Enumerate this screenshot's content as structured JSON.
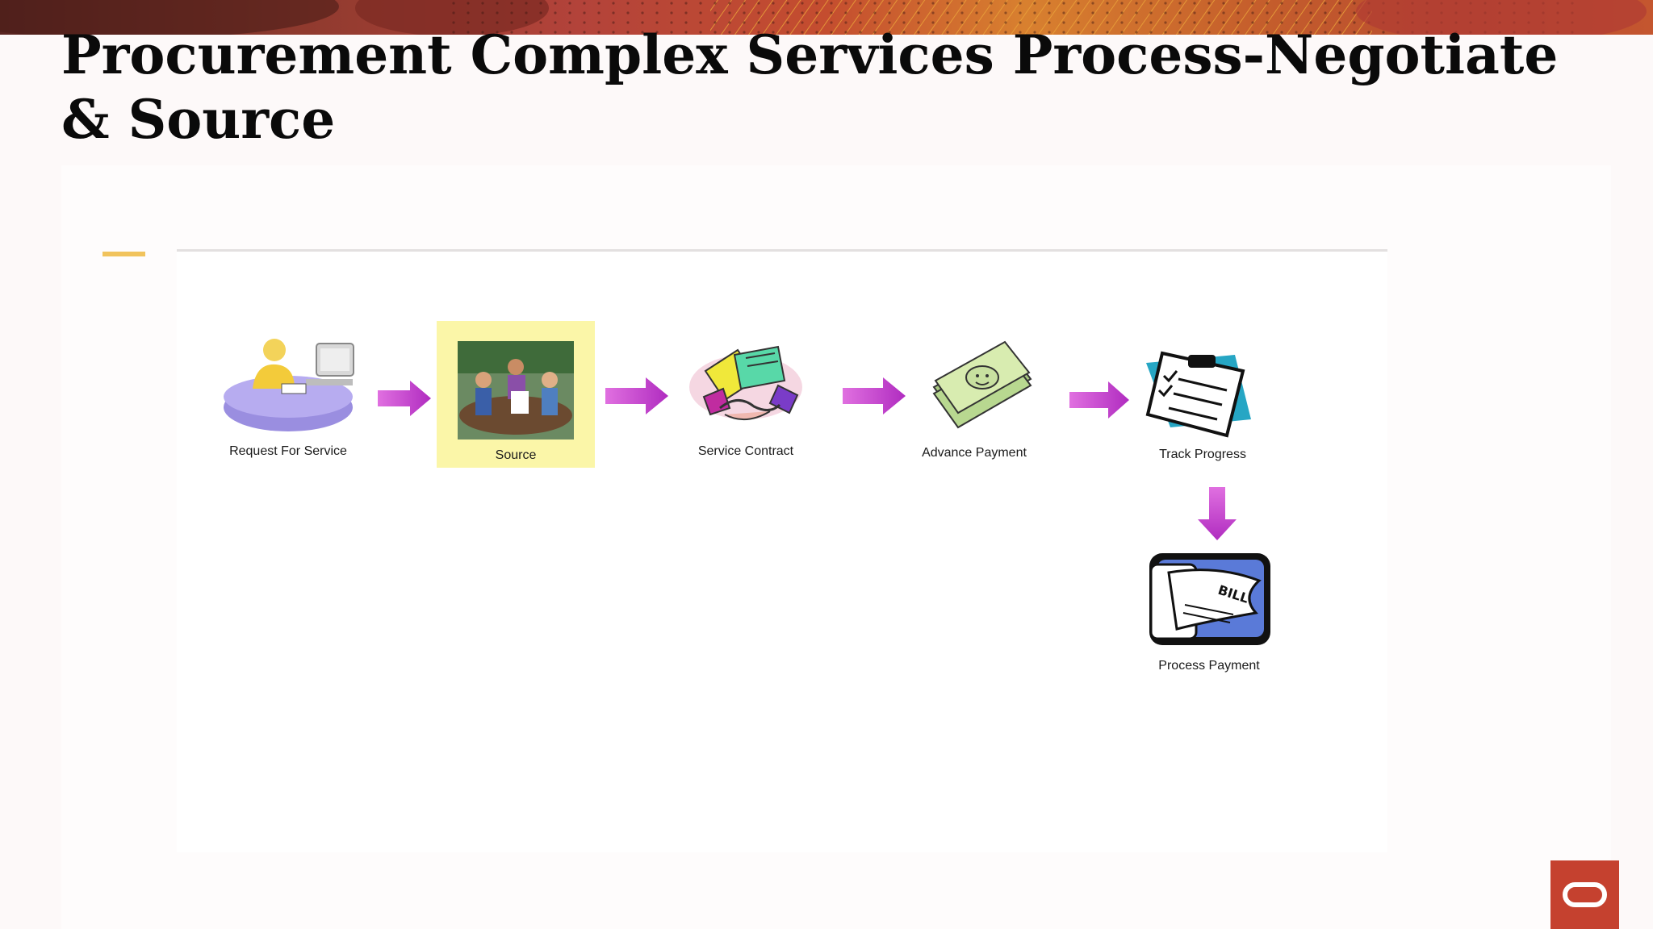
{
  "slide": {
    "title": "Procurement Complex Services Process-Negotiate & Source"
  },
  "process": {
    "steps": [
      {
        "label": "Request For Service",
        "icon": "user-computer-desk-icon",
        "highlighted": false
      },
      {
        "label": "Source",
        "icon": "meeting-people-icon",
        "highlighted": true
      },
      {
        "label": "Service Contract",
        "icon": "handshake-contract-icon",
        "highlighted": false
      },
      {
        "label": "Advance Payment",
        "icon": "money-stack-icon",
        "highlighted": false
      },
      {
        "label": "Track Progress",
        "icon": "clipboard-checklist-icon",
        "highlighted": false
      },
      {
        "label": "Process Payment",
        "icon": "bill-documents-icon",
        "highlighted": false
      }
    ],
    "highlight_color": "#fbf6a8",
    "arrow_color": "#c040c8"
  },
  "brand": {
    "accent": "#f1c35c",
    "logo_color": "#c5412f",
    "logo_icon": "oracle-logo-icon"
  }
}
